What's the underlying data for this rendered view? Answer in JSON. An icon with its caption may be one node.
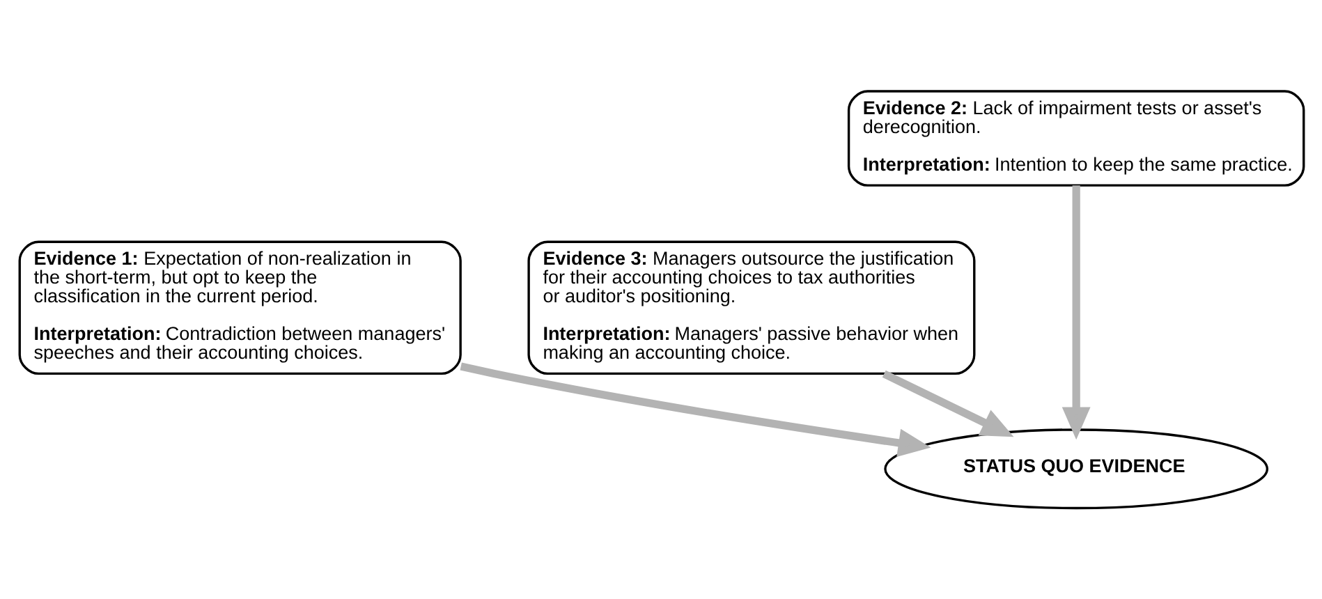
{
  "diagram": {
    "nodes": [
      {
        "text": [
          "**Evidence 2:** Lack of impairment tests or asset's derecognition.",
          "**Interpretation:** Intention to keep the same practice."
        ]
      },
      {
        "text": [
          "**Evidence 1:** Expectation of non-realization in the short-term, but opt to keep the classification in the current period.",
          "**Interpretation:** Contradiction between managers' speeches and their accounting choices."
        ]
      },
      {
        "text": [
          "**Evidence 3:** Managers outsource the justification for their accounting choices to tax authorities or auditor's positioning.",
          "**Interpretation:** Managers' passive behavior when making an accounting choice."
        ]
      },
      {
        "text": [
          "STATUS QUO EVIDENCE"
        ]
      }
    ],
    "edges": [
      {
        "from": 0,
        "to": 3,
        "arrow": "to"
      },
      {
        "from": 1,
        "to": 3,
        "arrow": "to"
      },
      {
        "from": 2,
        "to": 3,
        "arrow": "to"
      }
    ]
  }
}
